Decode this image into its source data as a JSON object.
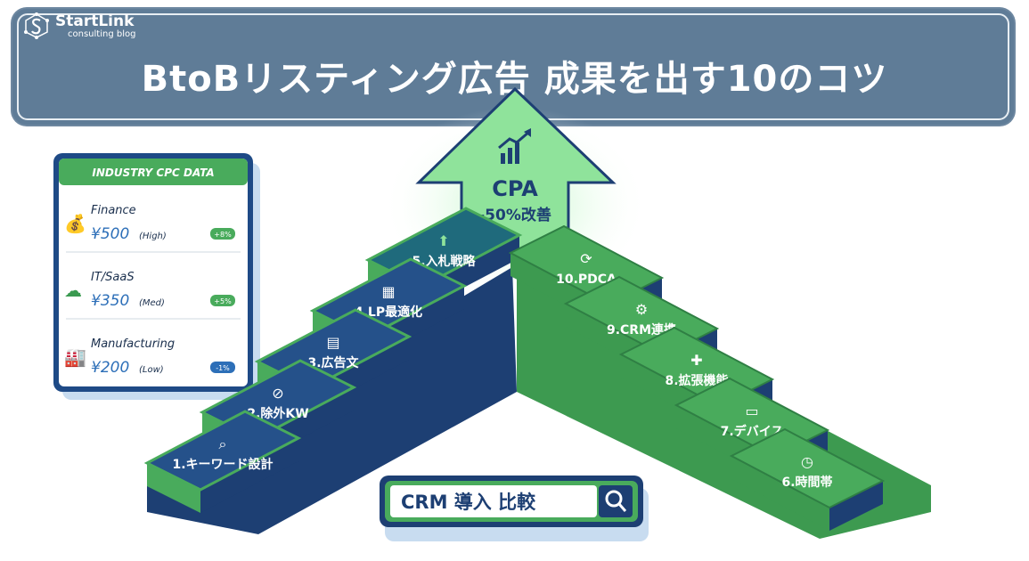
{
  "logo": {
    "name": "StartLink",
    "sub": "consulting blog"
  },
  "title": "BtoBリスティング広告 成果を出す10のコツ",
  "cpc_card": {
    "heading": "INDUSTRY CPC DATA",
    "rows": [
      {
        "industry": "Finance",
        "price": "¥500",
        "level": "(High)",
        "badge": "+8%"
      },
      {
        "industry": "IT/SaaS",
        "price": "¥350",
        "level": "(Med)",
        "badge": "+5%"
      },
      {
        "industry": "Manufacturing",
        "price": "¥200",
        "level": "(Low)",
        "badge": "-1%"
      }
    ]
  },
  "arrow": {
    "metric": "CPA",
    "result": "-50%改善"
  },
  "left_steps": [
    "1.キーワード設計",
    "2.除外KW",
    "3.広告文",
    "4.LP最適化",
    "5.入札戦略"
  ],
  "right_steps": [
    "6.時間帯",
    "7.デバイス",
    "8.拡張機能",
    "9.CRM連携",
    "10.PDCA"
  ],
  "search": {
    "query": "CRM 導入 比較"
  },
  "colors": {
    "banner": "#5f7c97",
    "navy": "#1d3f73",
    "blue": "#25518a",
    "green": "#45a85a",
    "light_green": "#8fe39b"
  }
}
